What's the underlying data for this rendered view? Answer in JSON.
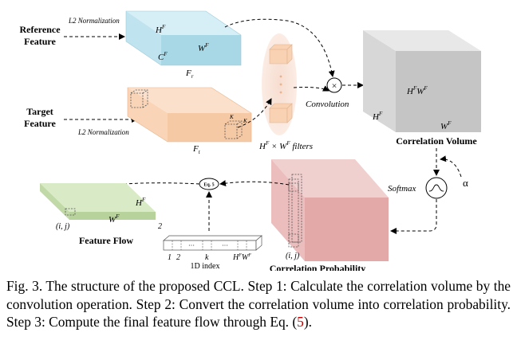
{
  "inputs": {
    "reference_feature": [
      "Reference",
      "Feature"
    ],
    "target_feature": [
      "Target",
      "Feature"
    ],
    "l2_norm_top": "L2 Normalization",
    "l2_norm_bottom": "L2 Normalization"
  },
  "reference_block": {
    "h": "H",
    "h_sup": "F",
    "c": "C",
    "c_sup": "F",
    "w": "W",
    "w_sup": "F",
    "name": "F",
    "name_sub": "r",
    "color": "#a8d8e6"
  },
  "target_block": {
    "k1": "K",
    "k2": "K",
    "name": "F",
    "name_sub": "t",
    "color": "#f6c9a5"
  },
  "filters": {
    "label_h": "H",
    "label_h_sup": "F",
    "label_times": " × ",
    "label_w": "W",
    "label_w_sup": "F",
    "label_suffix": " filters"
  },
  "operation": {
    "symbol": "×",
    "name": "Convolution"
  },
  "correlation_volume": {
    "hw_label": "H",
    "hw_sup1": "F",
    "hw_mid": "W",
    "hw_sup2": "F",
    "h": "H",
    "h_sup": "F",
    "w": "W",
    "w_sup": "F",
    "title": "Correlation Volume",
    "color": "#cccccc"
  },
  "softmax": {
    "label": "Softmax",
    "alpha": "α"
  },
  "correlation_probability": {
    "ij": "(i, j)",
    "title": "Correlation Probability",
    "color": "#e3a9a9"
  },
  "equation_node": {
    "label": "Eq. 5"
  },
  "feature_flow": {
    "ij": "(i, j)",
    "h": "H",
    "h_sup": "F",
    "w": "W",
    "w_sup": "F",
    "depth": "2",
    "title": "Feature Flow",
    "color": "#c9e0b0"
  },
  "index_bar": {
    "t1": "1",
    "t2": "2",
    "tk": "k",
    "thw": "H",
    "thw_sup1": "F",
    "thw_mid": "W",
    "thw_sup2": "F",
    "label": "1D index"
  },
  "caption": {
    "text": "Fig. 3.  The structure of the proposed CCL. Step 1: Calculate the correlation volume by the convolution operation. Step 2: Convert the correlation volume into correlation probability. Step 3: Compute the final feature flow through Eq. (",
    "ref": "5",
    "end": ")."
  }
}
